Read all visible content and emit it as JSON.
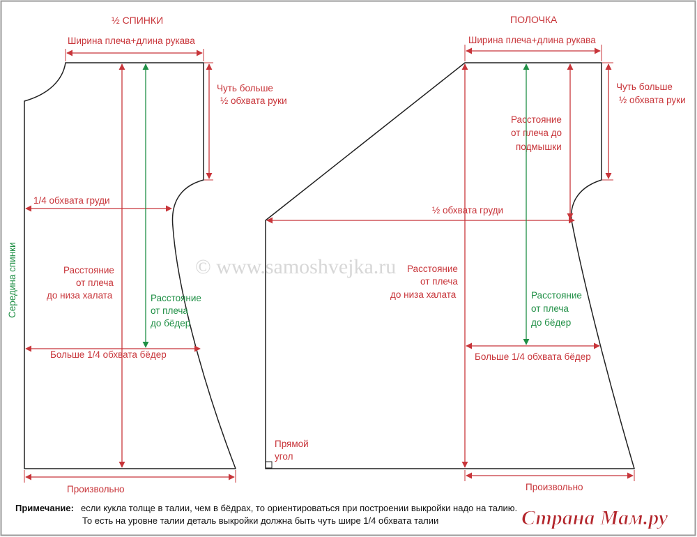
{
  "colors": {
    "dim_red": "#c8353a",
    "dim_green": "#1f8f45",
    "outline": "#222222",
    "frame": "#9a9a9a"
  },
  "back": {
    "title": "½ СПИНКИ",
    "shoulder_sleeve": "Ширина плеча+длина рукава",
    "arm_line1": "Чуть больше",
    "arm_line2": "½ обхвата руки",
    "chest": "1/4 обхвата груди",
    "length_line1": "Расстояние",
    "length_line2": "от плеча",
    "length_line3": "до низа халата",
    "hip_dist_line1": "Расстояние",
    "hip_dist_line2": "от плеча",
    "hip_dist_line3": "до бёдер",
    "hip": "Больше 1/4 обхвата бёдер",
    "bottom": "Произвольно",
    "center_back": "Середина спинки"
  },
  "front": {
    "title": "ПОЛОЧКА",
    "shoulder_sleeve": "Ширина плеча+длина рукава",
    "arm_line1": "Чуть больше",
    "arm_line2": "½ обхвата руки",
    "armpit_line1": "Расстояние",
    "armpit_line2": "от плеча до",
    "armpit_line3": "подмышки",
    "chest": "½ обхвата груди",
    "length_line1": "Расстояние",
    "length_line2": "от плеча",
    "length_line3": "до низа халата",
    "hip_dist_line1": "Расстояние",
    "hip_dist_line2": "от плеча",
    "hip_dist_line3": "до бёдер",
    "hip": "Больше 1/4 обхвата бёдер",
    "bottom": "Произвольно",
    "right_angle_line1": "Прямой",
    "right_angle_line2": "угол"
  },
  "note": {
    "label": "Примечание:",
    "line1": "если кукла толще в талии, чем в бёдрах, то ориентироваться при построении выкройки надо на талию.",
    "line2": "То есть на уровне талии деталь выкройки должна быть чуть шире 1/4 обхвата талии"
  },
  "watermark": "© www.samoshvejka.ru",
  "logo": "Страна Мам.ру"
}
